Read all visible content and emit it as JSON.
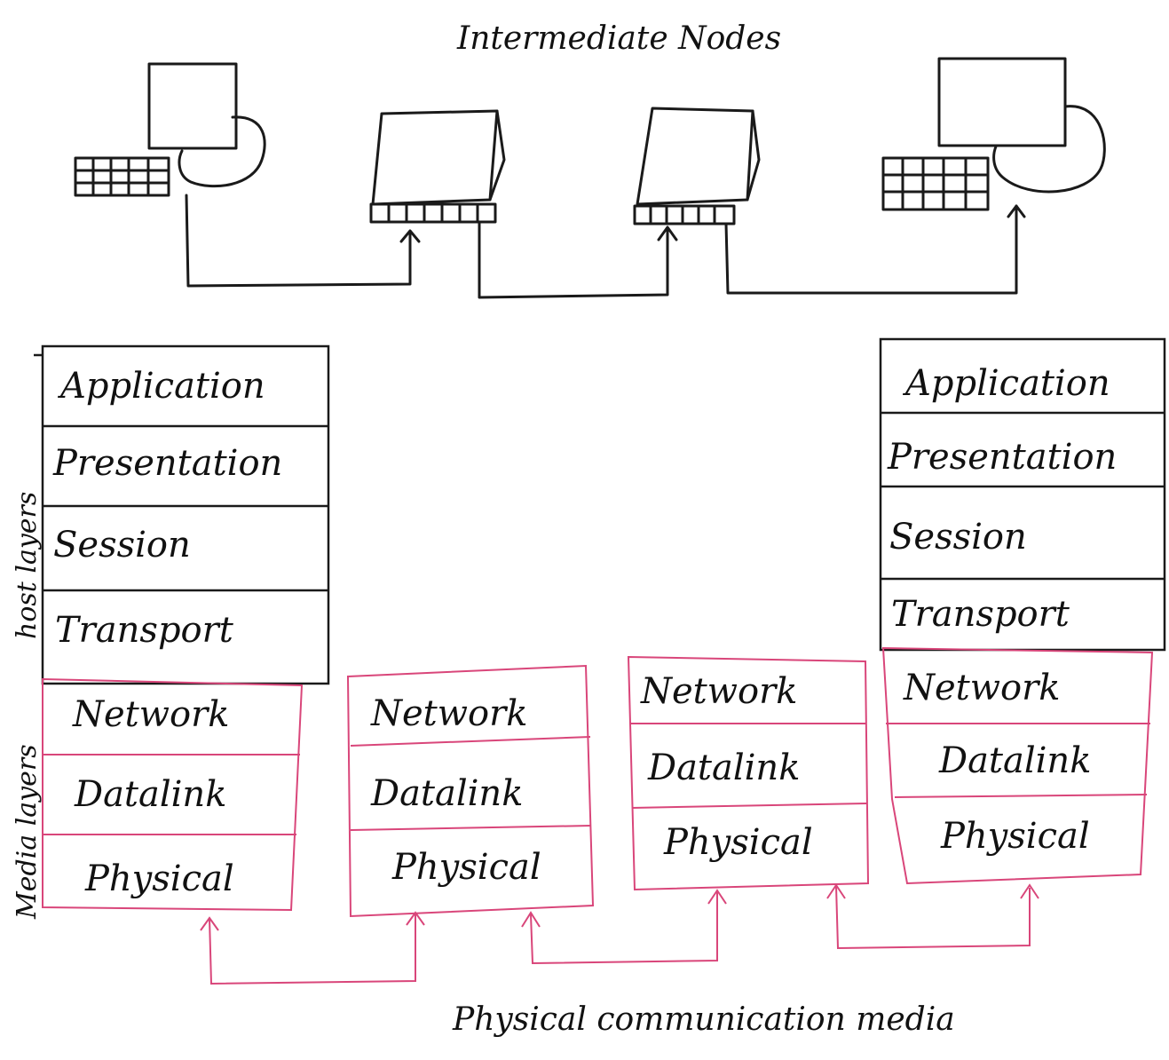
{
  "title": "Intermediate Nodes",
  "bottom_label": "Physical communication media",
  "side_labels": {
    "host": "host layers",
    "media": "Media layers"
  },
  "stacks": {
    "left_host": {
      "upper": [
        "Application",
        "Presentation",
        "Session",
        "Transport"
      ],
      "lower": [
        "Network",
        "Datalink",
        "Physical"
      ]
    },
    "node1": {
      "lower": [
        "Network",
        "Datalink",
        "Physical"
      ]
    },
    "node2": {
      "lower": [
        "Network",
        "Datalink",
        "Physical"
      ]
    },
    "right_host": {
      "upper": [
        "Application",
        "Presentation",
        "Session",
        "Transport"
      ],
      "lower": [
        "Network",
        "Datalink",
        "Physical"
      ]
    }
  },
  "icons": [
    "computer-icon",
    "keyboard-icon",
    "router-icon",
    "arrow-up-icon"
  ],
  "colors": {
    "ink": "#1a1a1a",
    "media": "#d9467a"
  }
}
